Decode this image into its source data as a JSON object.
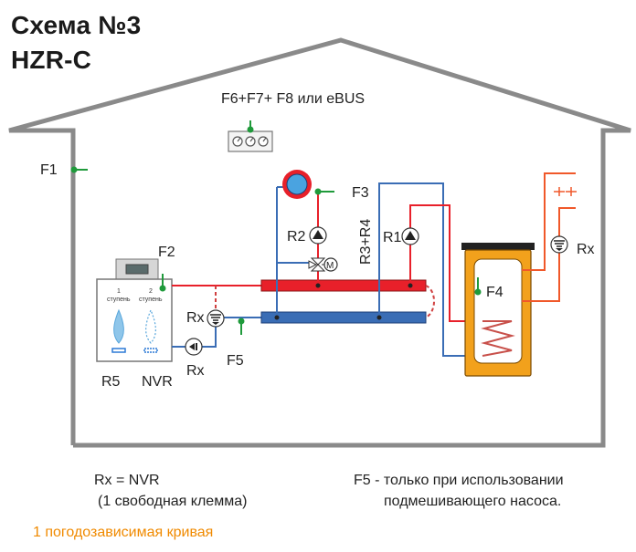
{
  "title_line1": "Схема №3",
  "title_line2": "HZR-C",
  "labels": {
    "controller": "F6+F7+ F8 или eBUS",
    "f1": "F1",
    "f2": "F2",
    "f3": "F3",
    "f4": "F4",
    "f5": "F5",
    "r1": "R1",
    "r2": "R2",
    "r3r4": "R3+R4",
    "rx_top": "Rx",
    "rx_mid": "Rx",
    "rx_bottom": "Rx",
    "r5": "R5",
    "nvr": "NVR",
    "motor": "M",
    "stage1": "1",
    "stage1_word": "ступень",
    "stage2": "2",
    "stage2_word": "ступень"
  },
  "notes": {
    "rx_nvr": "Rx = NVR",
    "free_terminal": "(1 свободная клемма)",
    "f5_note_line1": "F5 - только при использовании",
    "f5_note_line2": "подмешивающего насоса.",
    "curve": "1 погодозависимая кривая"
  },
  "colors": {
    "house_outline": "#8a8a8a",
    "hot_line": "#e8202a",
    "cold_line": "#3a6db5",
    "sensor": "#1f9a3b",
    "tank": "#f2a11c",
    "solar": "#f0582a",
    "title": "#1a1a1a",
    "orange_note": "#f08a00"
  },
  "icons": [
    "pump-icon",
    "mixing-valve-icon",
    "sensor-dot-icon",
    "flame-icon",
    "controller-icon",
    "boiler-icon",
    "tank-icon",
    "radiator-icon"
  ]
}
